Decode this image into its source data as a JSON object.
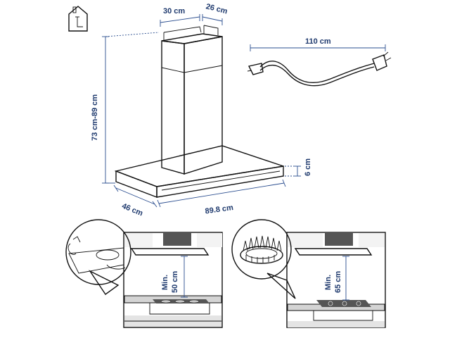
{
  "dimensions": {
    "chimney_width": "30 cm",
    "chimney_depth": "26 cm",
    "cable_length": "110 cm",
    "height_range": "73 cm-89 cm",
    "canopy_thickness": "6 cm",
    "depth": "46 cm",
    "width": "89.8 cm"
  },
  "panels": {
    "electric": {
      "min_distance": "Min.\n50 cm",
      "line1": "Min.",
      "line2": "50 cm"
    },
    "gas": {
      "min_distance": "Min.\n65 cm",
      "line1": "Min.",
      "line2": "65 cm"
    }
  },
  "icons": {
    "electrical_house": "house-plug-icon",
    "power_plug": "power-plug-icon",
    "gas_flame": "gas-flame-icon",
    "electric_hob": "electric-hob-icon"
  }
}
